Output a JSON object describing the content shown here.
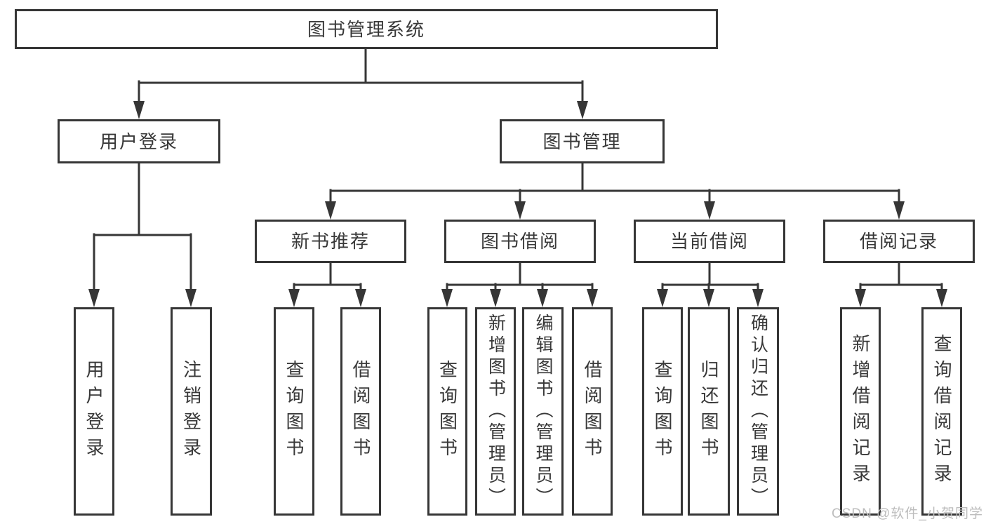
{
  "tree": {
    "label": "图书管理系统",
    "children": [
      {
        "label": "用户登录",
        "children": [
          {
            "label": "用户登录"
          },
          {
            "label": "注销登录"
          }
        ]
      },
      {
        "label": "图书管理",
        "children": [
          {
            "label": "新书推荐",
            "children": [
              {
                "label": "查询图书"
              },
              {
                "label": "借阅图书"
              }
            ]
          },
          {
            "label": "图书借阅",
            "children": [
              {
                "label": "查询图书"
              },
              {
                "label": "新增图书（管理员）"
              },
              {
                "label": "编辑图书（管理员）"
              },
              {
                "label": "借阅图书"
              }
            ]
          },
          {
            "label": "当前借阅",
            "children": [
              {
                "label": "查询图书"
              },
              {
                "label": "归还图书"
              },
              {
                "label": "确认归还（管理员）"
              }
            ]
          },
          {
            "label": "借阅记录",
            "children": [
              {
                "label": "新增借阅记录"
              },
              {
                "label": "查询借阅记录"
              }
            ]
          }
        ]
      }
    ]
  },
  "watermark": "CSDN @软件_小贺同学",
  "colors": {
    "line": "#363636",
    "text": "#383838",
    "watermark": "#bdbdbd",
    "background": "#ffffff"
  }
}
